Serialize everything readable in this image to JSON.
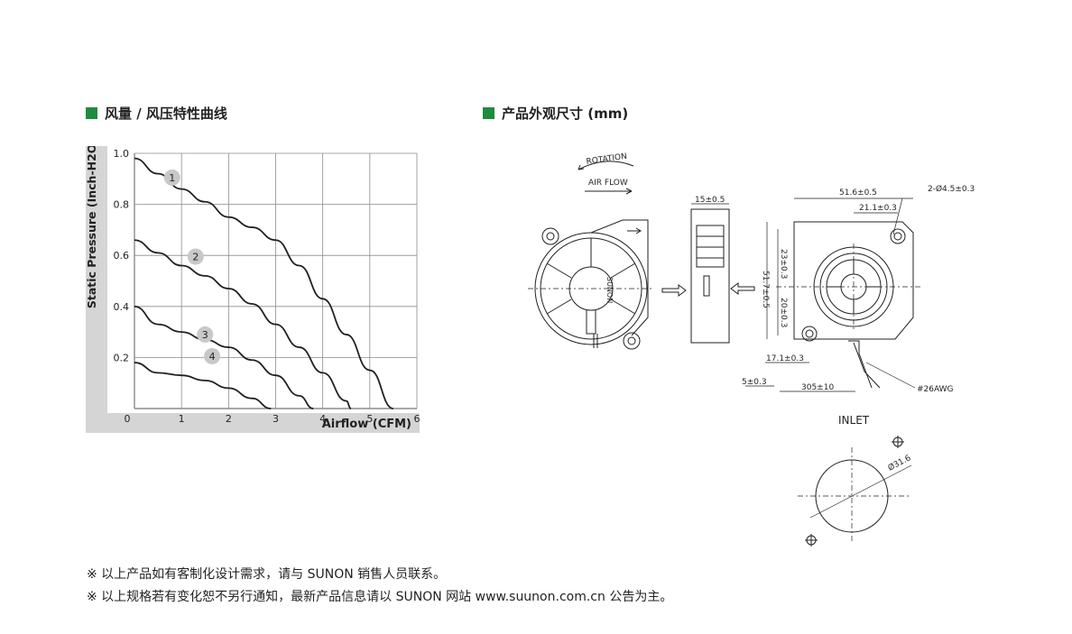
{
  "colors": {
    "accent": "#1f8b3f",
    "panel": "#d5d5d5",
    "curve": "#231f20",
    "grid": "#8c8c8c"
  },
  "sections": {
    "curve_title": "风量 / 风压特性曲线",
    "dim_title": "产品外观尺寸 (mm)"
  },
  "chart_data": {
    "type": "line",
    "xlabel": "Airflow (CFM)",
    "ylabel": "Static Pressure (Inch-H2O)",
    "xlim": [
      0,
      6
    ],
    "ylim": [
      0,
      1.0
    ],
    "x_ticks": [
      "0",
      "1",
      "2",
      "3",
      "4",
      "5",
      "6"
    ],
    "y_ticks": [
      "0.2",
      "0.4",
      "0.6",
      "0.8",
      "1.0"
    ],
    "grid": true,
    "series": [
      {
        "name": "1",
        "x": [
          0,
          0.5,
          1,
          1.5,
          2,
          2.5,
          3,
          3.5,
          4,
          4.5,
          5,
          5.5
        ],
        "y": [
          0.98,
          0.92,
          0.86,
          0.81,
          0.75,
          0.71,
          0.66,
          0.56,
          0.43,
          0.29,
          0.15,
          0.0
        ]
      },
      {
        "name": "2",
        "x": [
          0,
          0.5,
          1,
          1.5,
          2,
          2.5,
          3,
          3.5,
          4,
          4.5,
          4.6
        ],
        "y": [
          0.66,
          0.61,
          0.56,
          0.52,
          0.47,
          0.41,
          0.33,
          0.24,
          0.14,
          0.03,
          0.0
        ]
      },
      {
        "name": "3",
        "x": [
          0,
          0.5,
          1,
          1.5,
          2,
          2.5,
          3,
          3.5,
          3.8
        ],
        "y": [
          0.4,
          0.33,
          0.3,
          0.27,
          0.24,
          0.19,
          0.13,
          0.05,
          0.0
        ]
      },
      {
        "name": "4",
        "x": [
          0,
          0.5,
          1,
          1.5,
          2,
          2.5,
          2.9
        ],
        "y": [
          0.18,
          0.14,
          0.13,
          0.11,
          0.08,
          0.04,
          0.0
        ]
      }
    ],
    "curve_labels": [
      {
        "label": "1",
        "x": 0.8,
        "y": 0.905
      },
      {
        "label": "2",
        "x": 1.3,
        "y": 0.595
      },
      {
        "label": "3",
        "x": 1.5,
        "y": 0.29
      },
      {
        "label": "4",
        "x": 1.65,
        "y": 0.205
      }
    ]
  },
  "drawing": {
    "rotation": "ROTATION",
    "air_flow": "AIR FLOW",
    "brand": "SUNON",
    "inlet": "INLET",
    "dims": {
      "thickness": "15±0.5",
      "width": "51.6±0.5",
      "holes": "2-Ø4.5±0.3",
      "hole_off": "21.1±0.3",
      "h_top": "23±0.3",
      "h_total": "51.7±0.5",
      "h_bottom": "20±0.3",
      "bottom_off": "17.1±0.3",
      "lead_off": "5±0.3",
      "lead_len": "305±10",
      "wire": "#26AWG",
      "inlet_dia": "Ø31.6"
    }
  },
  "notes": [
    "※ 以上产品如有客制化设计需求，请与 SUNON 销售人员联系。",
    "※ 以上规格若有变化恕不另行通知，最新产品信息请以 SUNON 网站 www.suunon.com.cn 公告为主。"
  ]
}
